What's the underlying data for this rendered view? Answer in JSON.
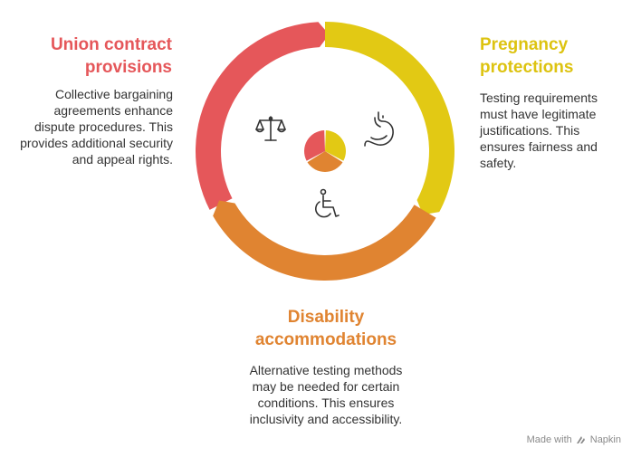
{
  "sections": {
    "union": {
      "title_line1": "Union contract",
      "title_line2": "provisions",
      "text": "Collective bargaining agreements enhance dispute procedures. This provides additional security and appeal rights.",
      "color": "#E5575A",
      "icon": "scales-icon"
    },
    "pregnancy": {
      "title_line1": "Pregnancy",
      "title_line2": "protections",
      "text": "Testing requirements must have legitimate justifications. This ensures fairness and safety.",
      "color": "#E2C914",
      "icon": "stomach-icon"
    },
    "disability": {
      "title_line1": "Disability",
      "title_line2": "accommodations",
      "text": "Alternative testing methods may be needed for certain conditions. This ensures inclusivity and accessibility.",
      "color": "#E08431",
      "icon": "wheelchair-icon"
    }
  },
  "footer": {
    "made_with": "Made with",
    "brand": "Napkin",
    "icon": "napkin-icon"
  }
}
